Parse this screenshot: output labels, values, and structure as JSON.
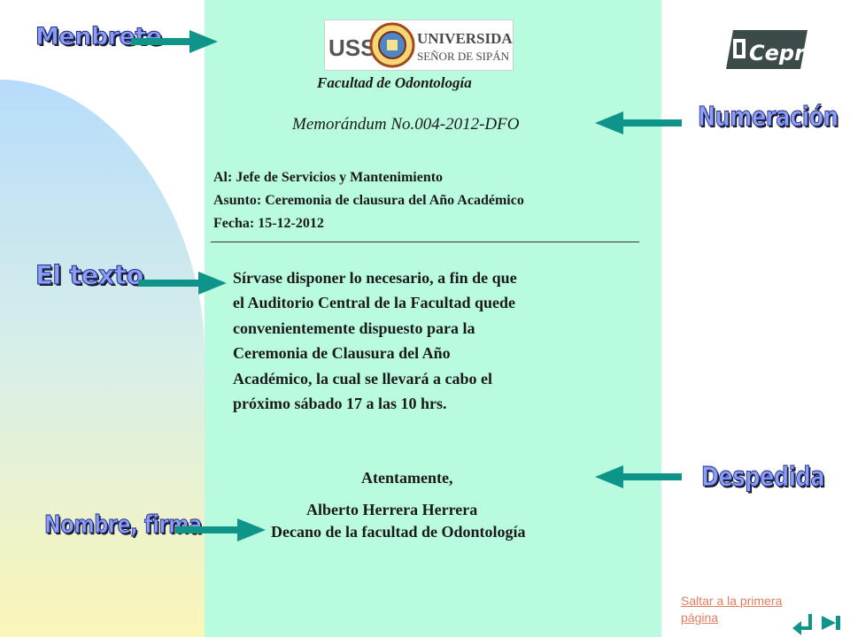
{
  "labels": {
    "membrete": "Menbrete",
    "numeracion": "Numeración",
    "texto": "El texto",
    "despedida": "Despedida",
    "nombre_firma": "Nombre, firma"
  },
  "logos": {
    "usp_initials": "USS",
    "usp_line1": "UNIVERSIDAD",
    "usp_line2": "SEÑOR DE SIPÁN",
    "cepre": "Cepre"
  },
  "memo": {
    "facultad": "Facultad de Odontología",
    "numero": "Memorándum No.004-2012-DFO",
    "al": "Al: Jefe de Servicios y Mantenimiento",
    "asunto": "Asunto: Ceremonia de clausura del Año Académico",
    "fecha": "Fecha: 15-12-2012",
    "body_lines": [
      "Sírvase disponer lo necesario, a fin de que",
      "el Auditorio Central de la Facultad quede",
      "convenientemente dispuesto para la",
      "Ceremonia de Clausura del Año",
      "Académico, la cual se llevará a cabo el",
      "próximo sábado 17 a las 10 hrs."
    ],
    "closing": "Atentamente,",
    "signer": "Alberto Herrera Herrera",
    "signer_title": "Decano de la facultad de Odontología"
  },
  "nav": {
    "first_page_link": "Saltar a la primera página"
  },
  "colors": {
    "panel": "#b9fbdf",
    "label_fill": "#8e9ff2",
    "arrow": "#0e9488",
    "link": "#e37d5e"
  },
  "icons": [
    "arrow-right-icon",
    "arrow-left-icon",
    "back-nav-icon",
    "forward-nav-icon"
  ]
}
